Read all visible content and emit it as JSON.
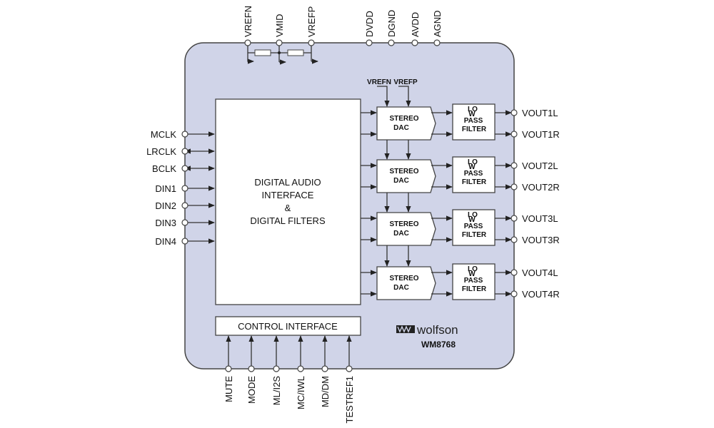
{
  "chip": {
    "part_number": "WM8768",
    "brand": "wolfson",
    "colors": {
      "body": "#d0d4e8",
      "outline": "#444444",
      "block": "#ffffff"
    }
  },
  "top_pins": [
    "VREFN",
    "VMID",
    "VREFP",
    "DVDD",
    "DGND",
    "AVDD",
    "AGND"
  ],
  "left_pins": [
    {
      "name": "MCLK",
      "direction": "in"
    },
    {
      "name": "LRCLK",
      "direction": "bidirectional"
    },
    {
      "name": "BCLK",
      "direction": "bidirectional"
    },
    {
      "name": "DIN1",
      "direction": "in"
    },
    {
      "name": "DIN2",
      "direction": "in"
    },
    {
      "name": "DIN3",
      "direction": "in"
    },
    {
      "name": "DIN4",
      "direction": "in"
    }
  ],
  "right_pins": [
    "VOUT1L",
    "VOUT1R",
    "VOUT2L",
    "VOUT2R",
    "VOUT3L",
    "VOUT3R",
    "VOUT4L",
    "VOUT4R"
  ],
  "bottom_pins": [
    "MUTE",
    "MODE",
    "ML/I2S",
    "MC/IWL",
    "MD/DM",
    "TESTREF1"
  ],
  "blocks": {
    "dai_lines": [
      "DIGITAL AUDIO",
      "INTERFACE",
      "&",
      "DIGITAL FILTERS"
    ],
    "control": "CONTROL INTERFACE",
    "dac_lines": [
      "STEREO",
      "DAC"
    ],
    "filter_lines": [
      "LO",
      "W",
      "PASS",
      "FILTER"
    ],
    "dac_ref_labels": [
      "VREFN",
      "VREFP"
    ]
  }
}
